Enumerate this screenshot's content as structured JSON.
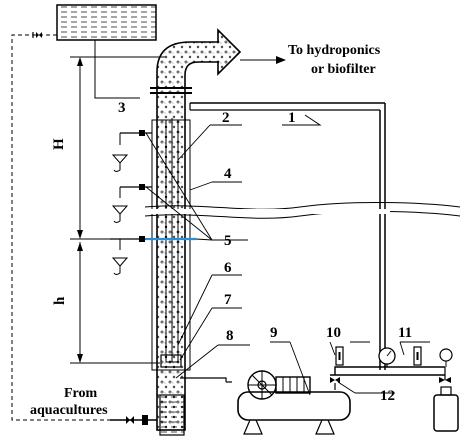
{
  "labels": {
    "outlet": [
      "To hydroponics",
      "or biofilter"
    ],
    "inlet": [
      "From",
      "aquacultures"
    ],
    "dim_upper": "H",
    "dim_lower": "h",
    "numbers": {
      "n1": "1",
      "n2": "2",
      "n3": "3",
      "n4": "4",
      "n5": "5",
      "n6": "6",
      "n7": "7",
      "n8": "8",
      "n9": "9",
      "n10": "10",
      "n11": "11",
      "n12": "12"
    }
  },
  "colors": {
    "line": "#000000",
    "highlight": "#2a8fd6",
    "background": "#ffffff"
  }
}
